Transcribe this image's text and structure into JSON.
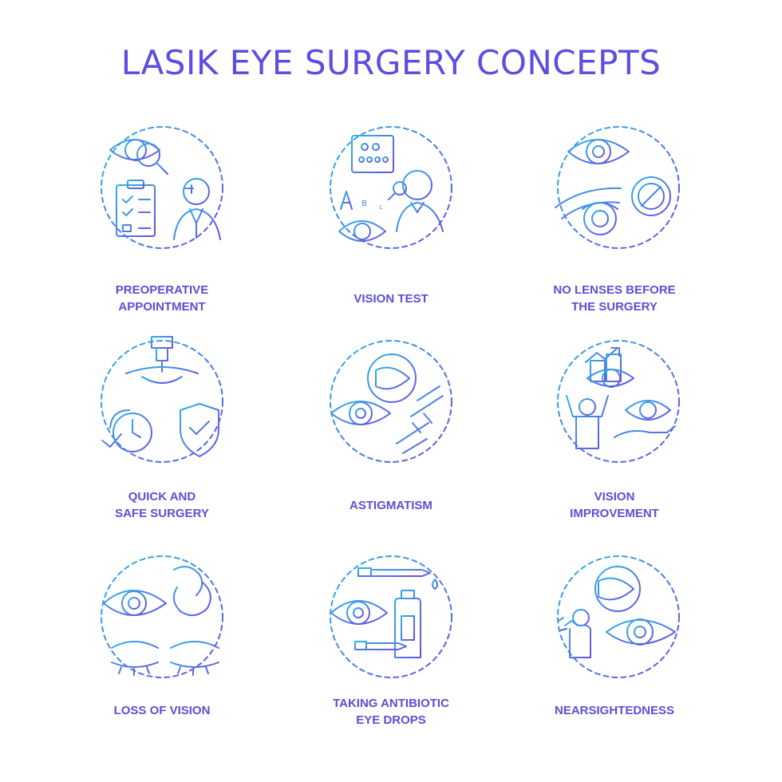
{
  "title": "LASIK EYE SURGERY CONCEPTS",
  "colors": {
    "title": "#5b4ee0",
    "gradient_start": "#2fb3e6",
    "gradient_end": "#6a4fe0"
  },
  "concepts": [
    {
      "lines": [
        "PREOPERATIVE",
        "APPOINTMENT"
      ],
      "icon": "eye-magnifier-checklist-doctor-icon"
    },
    {
      "lines": [
        "VISION TEST"
      ],
      "icon": "eye-chart-optometrist-icon"
    },
    {
      "lines": [
        "NO LENSES BEFORE",
        "THE SURGERY"
      ],
      "icon": "contact-lens-prohibited-icon"
    },
    {
      "lines": [
        "QUICK AND",
        "SAFE SURGERY"
      ],
      "icon": "laser-clock-shield-icon"
    },
    {
      "lines": [
        "ASTIGMATISM"
      ],
      "icon": "astigmatism-eye-icon"
    },
    {
      "lines": [
        "VISION",
        "IMPROVEMENT"
      ],
      "icon": "eye-improvement-person-icon"
    },
    {
      "lines": [
        "LOSS OF VISION"
      ],
      "icon": "glasses-closed-eyes-icon"
    },
    {
      "lines": [
        "TAKING ANTIBIOTIC",
        "EYE DROPS"
      ],
      "icon": "eye-drops-bottle-icon"
    },
    {
      "lines": [
        "NEARSIGHTEDNESS"
      ],
      "icon": "nearsighted-eye-person-icon"
    }
  ]
}
